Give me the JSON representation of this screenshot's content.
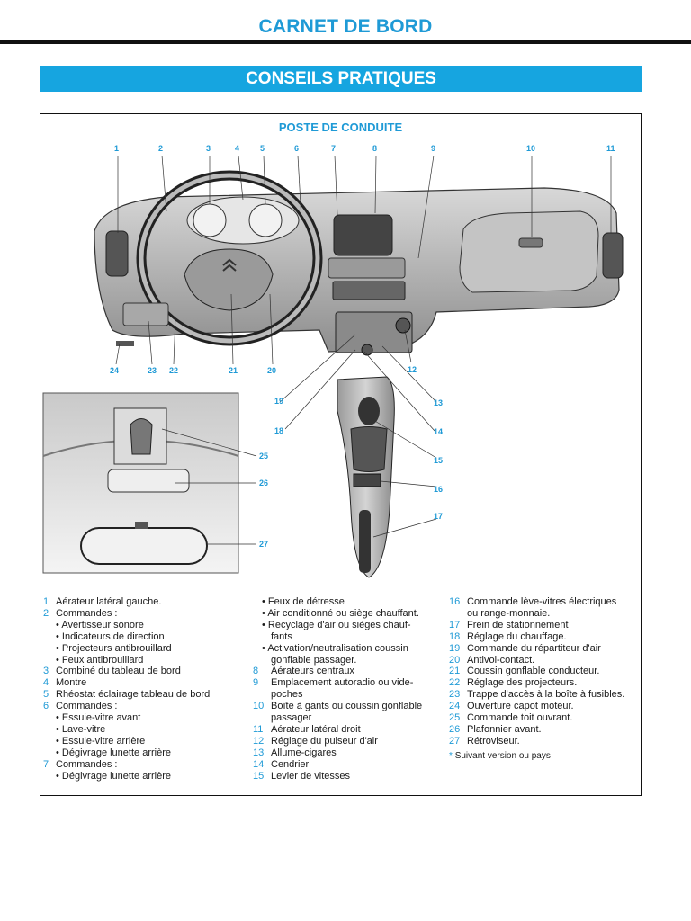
{
  "header": {
    "title": "CARNET DE BORD",
    "banner": "CONSEILS PRATIQUES"
  },
  "figure": {
    "title": "POSTE DE CONDUITE",
    "callouts": [
      "1",
      "2",
      "3",
      "4",
      "5",
      "6",
      "7",
      "8",
      "9",
      "10",
      "11",
      "12",
      "13",
      "14",
      "15",
      "16",
      "17",
      "18",
      "19",
      "20",
      "21",
      "22",
      "23",
      "24",
      "25",
      "26",
      "27"
    ]
  },
  "legend": {
    "col1": [
      {
        "n": "1",
        "t": "Aérateur latéral gauche."
      },
      {
        "n": "2",
        "t": "Commandes :"
      },
      {
        "b": "Avertisseur sonore"
      },
      {
        "b": "Indicateurs de direction"
      },
      {
        "b": "Projecteurs antibrouillard"
      },
      {
        "b": "Feux antibrouillard"
      },
      {
        "n": "3",
        "t": "Combiné du tableau de bord"
      },
      {
        "n": "4",
        "t": "Montre"
      },
      {
        "n": "5",
        "t": "Rhéostat éclairage tableau de bord"
      },
      {
        "n": "6",
        "t": "Commandes :"
      },
      {
        "b": "Essuie-vitre avant"
      },
      {
        "b": "Lave-vitre"
      },
      {
        "b": "Essuie-vitre arrière"
      },
      {
        "b": "Dégivrage lunette arrière"
      },
      {
        "n": "7",
        "t": "Commandes :"
      },
      {
        "b": "Dégivrage lunette arrière"
      }
    ],
    "col2": [
      {
        "b": "Feux de détresse"
      },
      {
        "b": "Air conditionné ou siège chauffant."
      },
      {
        "b": "Recyclage d'air ou sièges chauf-"
      },
      {
        "c": "fants"
      },
      {
        "b": "Activation/neutralisation    coussin"
      },
      {
        "c": "gonflable passager."
      },
      {
        "n": "8",
        "t": "Aérateurs centraux"
      },
      {
        "n": "9",
        "t": "Emplacement autoradio ou vide-"
      },
      {
        "c": "poches"
      },
      {
        "n": "10",
        "t": "Boîte à gants ou coussin gonflable"
      },
      {
        "c": "passager"
      },
      {
        "n": "11",
        "t": "Aérateur latéral droit"
      },
      {
        "n": "12",
        "t": "Réglage du pulseur d'air"
      },
      {
        "n": "13",
        "t": "Allume-cigares"
      },
      {
        "n": "14",
        "t": "Cendrier"
      },
      {
        "n": "15",
        "t": "Levier de vitesses"
      }
    ],
    "col3": [
      {
        "n": "16",
        "t": "Commande lève-vitres électriques"
      },
      {
        "c": "ou range-monnaie."
      },
      {
        "n": "17",
        "t": "Frein de stationnement"
      },
      {
        "n": "18",
        "t": "Réglage du chauffage."
      },
      {
        "n": "19",
        "t": "Commande du répartiteur d'air"
      },
      {
        "n": "20",
        "t": "Antivol-contact."
      },
      {
        "n": "21",
        "t": "Coussin gonflable conducteur."
      },
      {
        "n": "22",
        "t": "Réglage des projecteurs."
      },
      {
        "n": "23",
        "t": "Trappe d'accès à la boîte à fusibles."
      },
      {
        "n": "24",
        "t": "Ouverture capot moteur."
      },
      {
        "n": "25",
        "t": "Commande toit ouvrant."
      },
      {
        "n": "26",
        "t": "Plafonnier avant."
      },
      {
        "n": "27",
        "t": "Rétroviseur."
      }
    ],
    "note": {
      "asterisk": "*",
      "text": "Suivant version ou pays"
    }
  }
}
